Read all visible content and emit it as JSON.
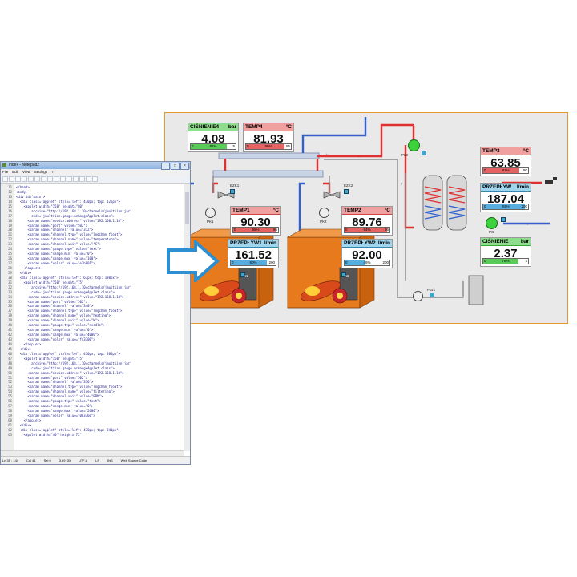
{
  "notepad": {
    "title": "index - Notepad2",
    "window_buttons": [
      "_",
      "□",
      "×"
    ],
    "menu": [
      "File",
      "Edit",
      "View",
      "Settings",
      "?"
    ],
    "lines": [
      {
        "n": "11",
        "t": "</head>"
      },
      {
        "n": "12",
        "t": "<body>"
      },
      {
        "n": "13",
        "t": "<div id=\"main\">"
      },
      {
        "n": "14",
        "t": "  <div class=\"applet\" style=\"left: 430px; top: 125px\">"
      },
      {
        "n": "15",
        "t": "    <applet width=\"150\" height=\"80\""
      },
      {
        "n": "16",
        "t": "        archive=\"http://192.168.1.10/channels/jmultiion.jar\""
      },
      {
        "n": "17",
        "t": "        code=\"jmultiion.gauge.mcGaugeApplet.class\">"
      },
      {
        "n": "18",
        "t": "      <param name=\"device.address\" value=\"192.168.1.10\">"
      },
      {
        "n": "19",
        "t": "      <param name=\"port\" value=\"502\">"
      },
      {
        "n": "20",
        "t": "      <param name=\"channel\" value=\"312\">"
      },
      {
        "n": "21",
        "t": "      <param name=\"channel.type\" value=\"logchan_float\">"
      },
      {
        "n": "22",
        "t": "      <param name=\"channel.name\" value=\"temperature\">"
      },
      {
        "n": "23",
        "t": "      <param name=\"channel.unit\" value=\"°C\">"
      },
      {
        "n": "24",
        "t": "      <param name=\"gauge.type\" value=\"text\">"
      },
      {
        "n": "25",
        "t": "      <param name=\"range.min\" value=\"0\">"
      },
      {
        "n": "26",
        "t": "      <param name=\"range.max\" value=\"100\">"
      },
      {
        "n": "27",
        "t": "      <param name=\"color\" value=\"e7b801\">"
      },
      {
        "n": "28",
        "t": "    </applet>"
      },
      {
        "n": "29",
        "t": "  </div>"
      },
      {
        "n": "30",
        "t": "  <div class=\"applet\" style=\"left: 63px; top: 180px\">"
      },
      {
        "n": "31",
        "t": "    <applet width=\"150\" height=\"75\""
      },
      {
        "n": "32",
        "t": "        archive=\"http://192.168.1.10/channels/jmultiion.jar\""
      },
      {
        "n": "33",
        "t": "        code=\"jmultiion.gauge.mcGaugeApplet.class\">"
      },
      {
        "n": "34",
        "t": "      <param name=\"device.address\" value=\"192.168.1.10\">"
      },
      {
        "n": "35",
        "t": "      <param name=\"port\" value=\"502\">"
      },
      {
        "n": "36",
        "t": "      <param name=\"channel\" value=\"340\">"
      },
      {
        "n": "37",
        "t": "      <param name=\"channel.type\" value=\"logchan_float\">"
      },
      {
        "n": "38",
        "t": "      <param name=\"channel.name\" value=\"heating\">"
      },
      {
        "n": "39",
        "t": "      <param name=\"channel.unit\" value=\"W\">"
      },
      {
        "n": "40",
        "t": "      <param name=\"gauge.type\" value=\"needle\">"
      },
      {
        "n": "41",
        "t": "      <param name=\"range.min\" value=\"0\">"
      },
      {
        "n": "42",
        "t": "      <param name=\"range.max\" value=\"4000\">"
      },
      {
        "n": "43",
        "t": "      <param name=\"color\" value=\"fd3300\">"
      },
      {
        "n": "44",
        "t": "    </applet>"
      },
      {
        "n": "45",
        "t": "  </div>"
      },
      {
        "n": "46",
        "t": "  <div class=\"applet\" style=\"left: 430px; top: 385px\">"
      },
      {
        "n": "47",
        "t": "    <applet width=\"150\" height=\"75\""
      },
      {
        "n": "48",
        "t": "        archive=\"http://192.168.1.10/channels/jmultiion.jar\""
      },
      {
        "n": "49",
        "t": "        code=\"jmultiion.gauge.mcGaugeApplet.class\">"
      },
      {
        "n": "50",
        "t": "      <param name=\"device.address\" value=\"192.168.1.10\">"
      },
      {
        "n": "51",
        "t": "      <param name=\"port\" value=\"502\">"
      },
      {
        "n": "52",
        "t": "      <param name=\"channel\" value=\"336\">"
      },
      {
        "n": "53",
        "t": "      <param name=\"channel.type\" value=\"logchan_float\">"
      },
      {
        "n": "54",
        "t": "      <param name=\"channel.name\" value=\"filtering\">"
      },
      {
        "n": "55",
        "t": "      <param name=\"channel.unit\" value=\"RPM\">"
      },
      {
        "n": "56",
        "t": "      <param name=\"gauge.type\" value=\"text\">"
      },
      {
        "n": "57",
        "t": "      <param name=\"range.min\" value=\"0\">"
      },
      {
        "n": "58",
        "t": "      <param name=\"range.max\" value=\"2600\">"
      },
      {
        "n": "59",
        "t": "      <param name=\"color\" value=\"003366\">"
      },
      {
        "n": "60",
        "t": "    </applet>"
      },
      {
        "n": "61",
        "t": "  </div>"
      },
      {
        "n": "62",
        "t": "  <div class=\"applet\" style=\"left: 430px; top: 240px\">"
      },
      {
        "n": "63",
        "t": "    <applet width=\"40\" height=\"72\""
      }
    ],
    "status": [
      "Ln 35 : 144",
      "Col 41",
      "Sel 0",
      "3,69 KB",
      "UTF-8",
      "LF",
      "INS",
      "Web Source Code"
    ]
  },
  "scada": {
    "gauges": [
      {
        "id": "cisnienie4",
        "title": "CIŚNIENIE4",
        "unit": "bar",
        "value": "4.08",
        "min": "0",
        "percent": "81%",
        "max": "5",
        "fill": 0.81,
        "color": "green"
      },
      {
        "id": "temp4",
        "title": "TEMP4",
        "unit": "°C",
        "value": "81.93",
        "min": "0",
        "percent": "86%",
        "max": "95",
        "fill": 0.86,
        "color": "red"
      },
      {
        "id": "temp1",
        "title": "TEMP1",
        "unit": "°C",
        "value": "90.30",
        "min": "0",
        "percent": "95%",
        "max": "95",
        "fill": 0.95,
        "color": "red"
      },
      {
        "id": "przeplyw1",
        "title": "PRZEPŁYW1",
        "unit": "l/min",
        "value": "161.52",
        "min": "0",
        "percent": "80%",
        "max": "200",
        "fill": 0.8,
        "color": "blue"
      },
      {
        "id": "temp2",
        "title": "TEMP2",
        "unit": "°C",
        "value": "89.76",
        "min": "0",
        "percent": "94%",
        "max": "95",
        "fill": 0.94,
        "color": "red"
      },
      {
        "id": "przeplyw2",
        "title": "PRZEPŁYW2",
        "unit": "l/min",
        "value": "92.00",
        "min": "0",
        "percent": "46%",
        "max": "200",
        "fill": 0.46,
        "color": "blue"
      },
      {
        "id": "temp3",
        "title": "TEMP3",
        "unit": "°C",
        "value": "63.85",
        "min": "0",
        "percent": "81%",
        "max": "80",
        "fill": 0.81,
        "color": "red"
      },
      {
        "id": "przeplyw",
        "title": "PRZEPŁYW",
        "unit": "l/min",
        "value": "187.04",
        "min": "0",
        "percent": "93%",
        "max": "200",
        "fill": 0.93,
        "color": "blue"
      },
      {
        "id": "cisnienie",
        "title": "CIŚNIENIE",
        "unit": "bar",
        "value": "2.37",
        "min": "0",
        "percent": "78%",
        "max": "3",
        "fill": 0.78,
        "color": "green"
      }
    ],
    "labels": {
      "ezk1": "EZK1",
      "ezk2": "EZK2",
      "pk1": "PK1",
      "pk2": "PK2",
      "k1": "K1",
      "k2": "K2",
      "pl2": "PL2",
      "pc": "PC",
      "puzk": "Puzk"
    },
    "colors": {
      "hot_pipe": "#e03030",
      "cold_pipe": "#2f5fd0",
      "boiler": "#e87a1e",
      "frame": "#e8962f"
    }
  }
}
